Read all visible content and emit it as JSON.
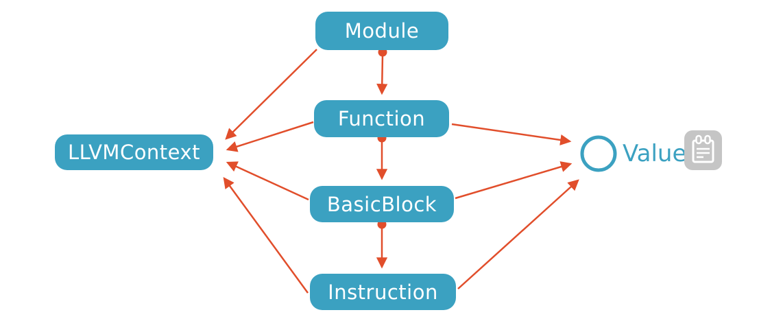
{
  "diagram": {
    "nodes": {
      "module": {
        "label": "Module"
      },
      "function": {
        "label": "Function"
      },
      "basicblock": {
        "label": "BasicBlock"
      },
      "instruction": {
        "label": "Instruction"
      },
      "llvmcontext": {
        "label": "LLVMContext"
      },
      "value": {
        "label": "Value"
      }
    },
    "edges": [
      {
        "from": "Module",
        "to": "LLVMContext"
      },
      {
        "from": "Module",
        "to": "Function"
      },
      {
        "from": "Function",
        "to": "LLVMContext"
      },
      {
        "from": "Function",
        "to": "BasicBlock"
      },
      {
        "from": "Function",
        "to": "Value"
      },
      {
        "from": "BasicBlock",
        "to": "LLVMContext"
      },
      {
        "from": "BasicBlock",
        "to": "Instruction"
      },
      {
        "from": "BasicBlock",
        "to": "Value"
      },
      {
        "from": "Instruction",
        "to": "LLVMContext"
      },
      {
        "from": "Instruction",
        "to": "Value"
      }
    ],
    "icons": {
      "value_marker": "circle-outline-icon",
      "value_note": "notepad-icon"
    },
    "colors": {
      "node_fill": "#3ba1c1",
      "node_text": "#ffffff",
      "arrow": "#e14e2b",
      "value_text": "#3ba1c1",
      "icon_gray": "#c5c5c5",
      "background": "#ffffff"
    }
  }
}
